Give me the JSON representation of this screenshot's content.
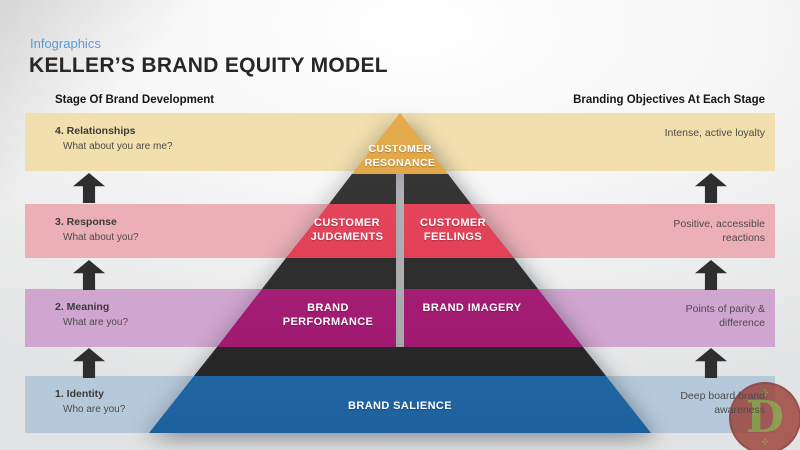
{
  "header": {
    "eyebrow": "Infographics",
    "title": "KELLER’S BRAND EQUITY MODEL",
    "left_column_header": "Stage Of Brand Development",
    "right_column_header": "Branding Objectives At Each Stage"
  },
  "stages": [
    {
      "name": "4. Relationships",
      "question": "What about you are me?",
      "objective": "Intense, active loyalty",
      "band_color": "#f2dfae"
    },
    {
      "name": "3. Response",
      "question": "What about you?",
      "objective": "Positive, accessible reactions",
      "band_color": "#ecafb6"
    },
    {
      "name": "2. Meaning",
      "question": "What are you?",
      "objective": "Points of parity & difference",
      "band_color": "#d0a5cf"
    },
    {
      "name": "1. Identity",
      "question": "Who are you?",
      "objective": "Deep board brand awareness",
      "band_color": "#b5c9da"
    }
  ],
  "pyramid": {
    "divider_color": "#242424",
    "levels": [
      {
        "label": "CUSTOMER RESONANCE",
        "color": "#e8a63a"
      },
      {
        "left_label": "CUSTOMER JUDGMENTS",
        "right_label": "CUSTOMER FEELINGS",
        "color": "#ee3750"
      },
      {
        "left_label": "BRAND PERFORMANCE",
        "right_label": "BRAND IMAGERY",
        "color": "#ab1375"
      },
      {
        "label": "BRAND SALIENCE",
        "color": "#1e6bae"
      }
    ]
  },
  "arrows": {
    "color": "#2e2e2e"
  },
  "watermark": {
    "letter": "D",
    "circle_color": "#9c4038",
    "letter_color": "#7c9a33"
  }
}
